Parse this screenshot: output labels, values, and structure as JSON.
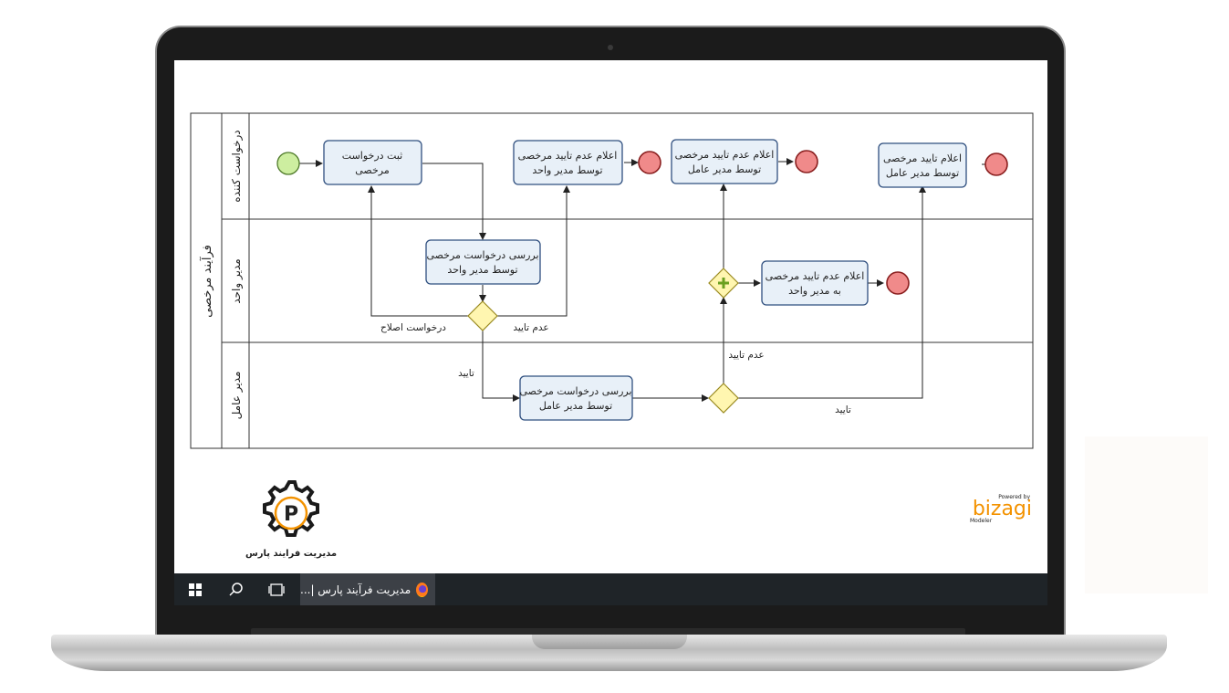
{
  "pool": {
    "title": "فرآیند مرخصی",
    "lanes": [
      "درخواست کننده",
      "مدیر واحد",
      "مدیر عامل"
    ]
  },
  "tasks": {
    "submit_request": [
      "ثبت درخواست",
      "مرخصی"
    ],
    "unit_review": [
      "بررسی درخواست مرخصی",
      "توسط مدیر واحد"
    ],
    "notify_reject_unit": [
      "اعلام عدم تایید مرخصی",
      "توسط مدیر واحد"
    ],
    "notify_reject_ceo": [
      "اعلام عدم تایید مرخصی",
      "توسط مدیر عامل"
    ],
    "notify_approve_ceo": [
      "اعلام تایید مرخصی",
      "توسط مدیر عامل"
    ],
    "ceo_review": [
      "بررسی درخواست مرخصی",
      "توسط مدیر عامل"
    ],
    "notify_reject_to_unit": [
      "اعلام عدم تایید مرخصی",
      "به مدیر واحد"
    ]
  },
  "flow_labels": {
    "request_fix": "درخواست اصلاح",
    "reject_1": "عدم تایید",
    "approve_1": "تایید",
    "reject_2": "عدم تایید",
    "approve_2": "تایید"
  },
  "branding": {
    "logo_caption": "مدیریت فرایند پارس",
    "logo_letter": "P",
    "bizagi_powered": "Powered by",
    "bizagi_name": "bizagi",
    "bizagi_sub": "Modeler"
  },
  "taskbar": {
    "app_label": "مدیریت فرآیند پارس |..."
  },
  "colors": {
    "task_fill": "#e8f0f8",
    "task_stroke": "#2f4f7f",
    "start_fill": "#cdeea0",
    "end_fill": "#f08a8a",
    "gateway_fill": "#fff6b0",
    "bizagi_orange": "#f39200",
    "taskbar_bg": "#1f2428"
  }
}
